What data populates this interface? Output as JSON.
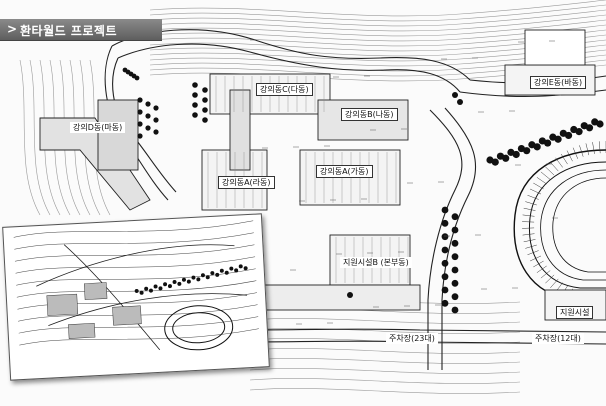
{
  "header": {
    "chevron": ">",
    "title": "환타월드 프로젝트"
  },
  "buildings": {
    "c": "강의동C(다동)",
    "b": "강의동B(나동)",
    "a_ga": "강의동A(가동)",
    "a_ra": "강의동A(라동)",
    "d": "강의D동(마동)",
    "e": "강의E동(바동)",
    "support_b": "지원시설B (본부동)",
    "support": "지원시설"
  },
  "parking": {
    "p23": "주차장(23대)",
    "p12": "주차장(12대)"
  },
  "icons": {
    "inset": "site-overview-inset"
  },
  "colors": {
    "title_bg": "#6e6e6e",
    "line": "#222222"
  }
}
